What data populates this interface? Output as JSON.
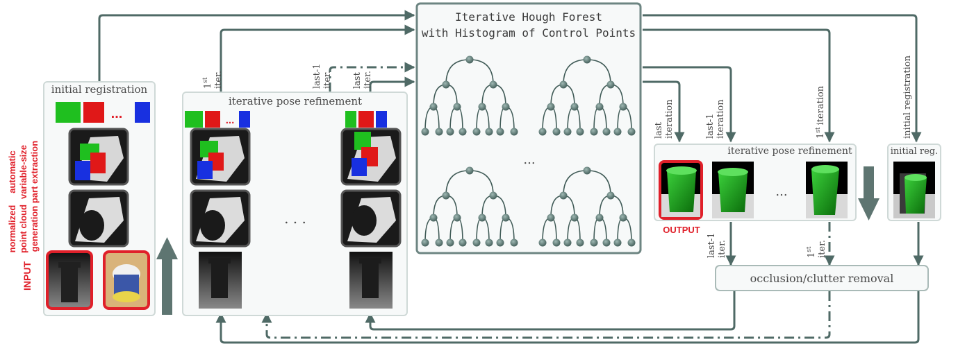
{
  "colors": {
    "arrow": "#4f6a66",
    "panel_border": "#cfd9d7",
    "forest_border": "#6d8582",
    "input_red": "#e0202a",
    "tree_node": "#3f5a56",
    "part_green": "#1fbf1f",
    "part_red": "#e01818",
    "part_blue": "#1830e0"
  },
  "icons": [
    "tree-icon",
    "point-cloud-icon",
    "depth-image-icon",
    "rgb-image-icon",
    "arrow-icon"
  ],
  "forest": {
    "title_line1": "Iterative Hough Forest",
    "title_line2": "with Histogram of Control Points",
    "ellipsis": "..."
  },
  "left_panel": {
    "title": "initial registration",
    "dots": "...",
    "side_labels": {
      "part_line1": "automatic",
      "part_line2": "variable-size",
      "part_line3": "part extraction",
      "norm_line1": "normalized",
      "norm_line2": "point cloud",
      "norm_line3": "generation",
      "input": "INPUT"
    }
  },
  "middle_panel": {
    "title": "iterative pose refinement",
    "dots_small": "...",
    "dots_big": ". . ."
  },
  "top_labels": {
    "first_iter_a": "1",
    "first_iter_sup": "st",
    "first_iter_b": "iter.",
    "last1_a": "last-1",
    "last1_b": "iter.",
    "last_a": "last",
    "last_b": "iter."
  },
  "right_panel": {
    "title": "iterative pose refinement",
    "dots": "...",
    "output": "OUTPUT",
    "last_iteration_a": "last",
    "last_iteration_b": "iteration",
    "last1_iteration_a": "last-1",
    "last1_iteration_b": "iteration",
    "first_iteration_sup": "st",
    "first_iteration_a": "1",
    "first_iteration_b": "iteration",
    "initial_registration": "initial registration",
    "below_last1_a": "last-1",
    "below_last1_b": "iter.",
    "below_first_a": "1",
    "below_first_sup": "st",
    "below_first_b": "iter."
  },
  "init_reg_panel": {
    "title": "initial reg."
  },
  "occlusion": {
    "label": "occlusion/clutter removal"
  }
}
